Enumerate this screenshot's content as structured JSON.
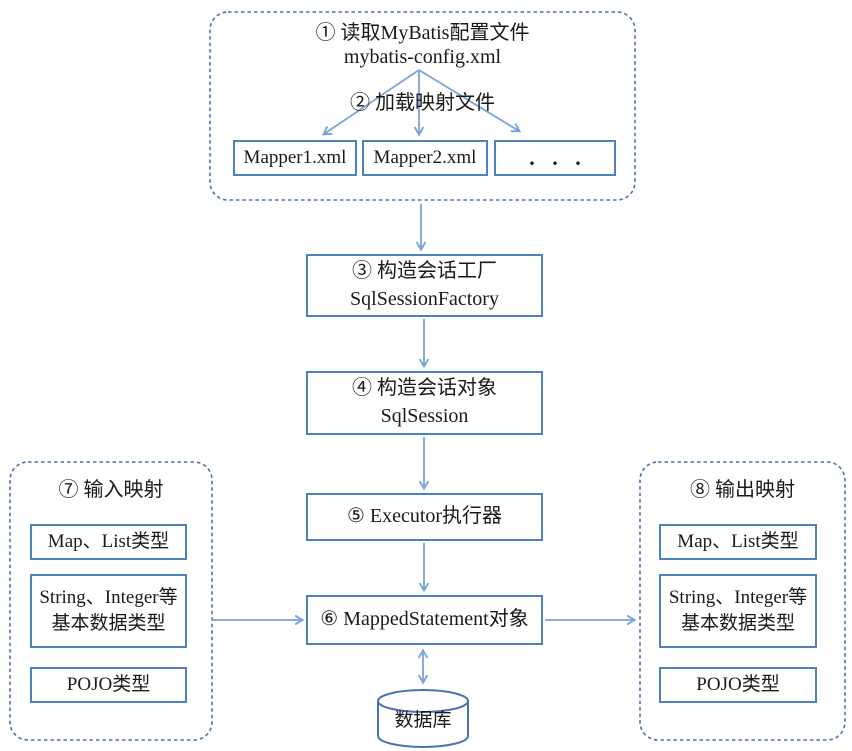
{
  "config_panel": {
    "step1_label": "① 读取MyBatis配置文件",
    "config_file": "mybatis-config.xml",
    "step2_label": "② 加载映射文件",
    "mapper1": "Mapper1.xml",
    "mapper2": "Mapper2.xml",
    "mapper_more": ". . ."
  },
  "pipeline": {
    "step3_title": "③ 构造会话工厂",
    "step3_subtitle": "SqlSessionFactory",
    "step4_title": "④ 构造会话对象",
    "step4_subtitle": "SqlSession",
    "step5_title": "⑤ Executor执行器",
    "step6_title": "⑥ MappedStatement对象",
    "database_label": "数据库"
  },
  "input_panel": {
    "title": "⑦ 输入映射",
    "box1": "Map、List类型",
    "box2_line1": "String、Integer等",
    "box2_line2": "基本数据类型",
    "box3": "POJO类型"
  },
  "output_panel": {
    "title": "⑧ 输出映射",
    "box1": "Map、List类型",
    "box2_line1": "String、Integer等",
    "box2_line2": "基本数据类型",
    "box3": "POJO类型"
  },
  "colors": {
    "solid_border": "#4f81bd",
    "dashed_border": "#4a72ae",
    "arrow": "#7aa3d6",
    "text": "#1a1a1a"
  }
}
